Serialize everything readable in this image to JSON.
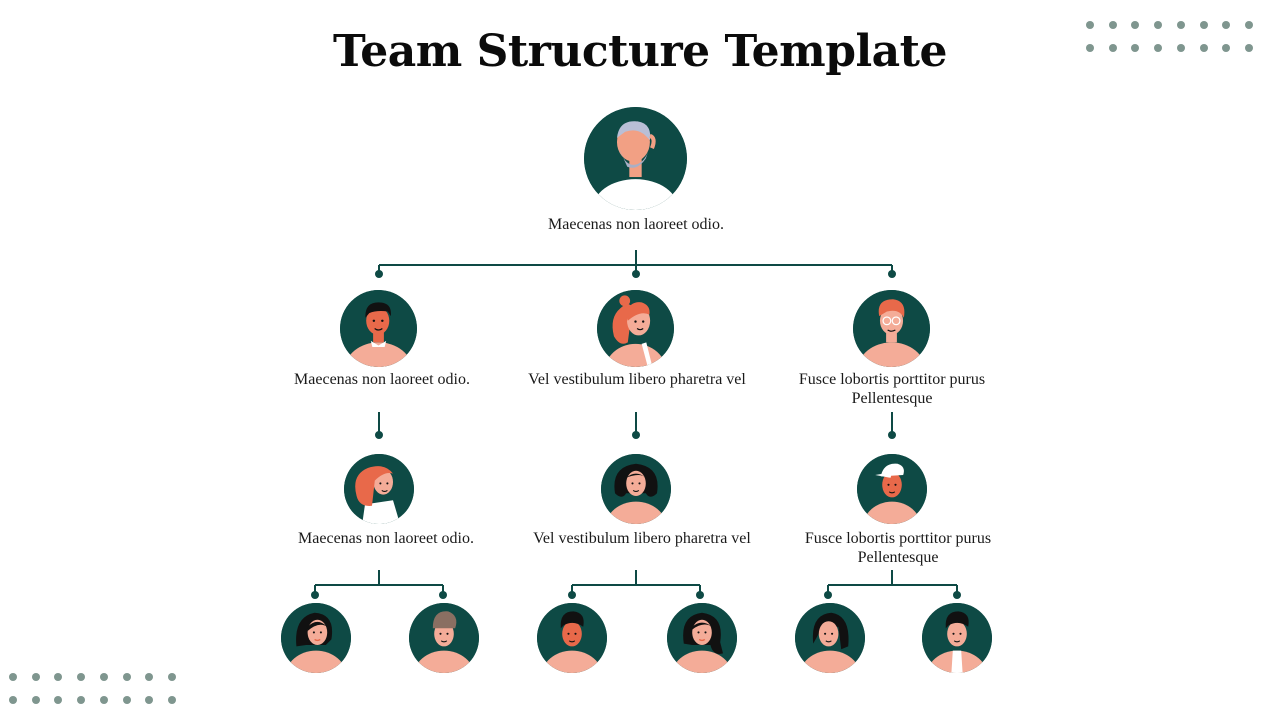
{
  "slide": {
    "title": "Team Structure Template"
  },
  "colors": {
    "teal": "#0e4a45",
    "skin": "#f4ac98",
    "accent": "#e8694a",
    "dots": "#7f968f"
  },
  "nodes": {
    "root": {
      "label": "Maecenas non laoreet odio.",
      "icon": "elder-man-avatar-icon"
    },
    "level1": [
      {
        "label": "Maecenas non laoreet odio.",
        "icon": "man-avatar-icon"
      },
      {
        "label": "Vel vestibulum libero pharetra vel",
        "icon": "woman-ponytail-avatar-icon"
      },
      {
        "label": "Fusce lobortis porttitor purus Pellentesque",
        "icon": "man-glasses-avatar-icon"
      }
    ],
    "level2": [
      {
        "label": "Maecenas non laoreet odio.",
        "icon": "woman-red-hair-avatar-icon"
      },
      {
        "label": "Vel vestibulum libero pharetra vel",
        "icon": "woman-dark-hair-avatar-icon"
      },
      {
        "label": "Fusce lobortis porttitor purus Pellentesque",
        "icon": "man-cap-avatar-icon"
      }
    ],
    "level3": [
      {
        "icon": "woman-avatar-icon"
      },
      {
        "icon": "man-beanie-avatar-icon"
      },
      {
        "icon": "man-avatar-icon"
      },
      {
        "icon": "woman-avatar-icon"
      },
      {
        "icon": "woman-avatar-icon"
      },
      {
        "icon": "man-avatar-icon"
      }
    ]
  }
}
